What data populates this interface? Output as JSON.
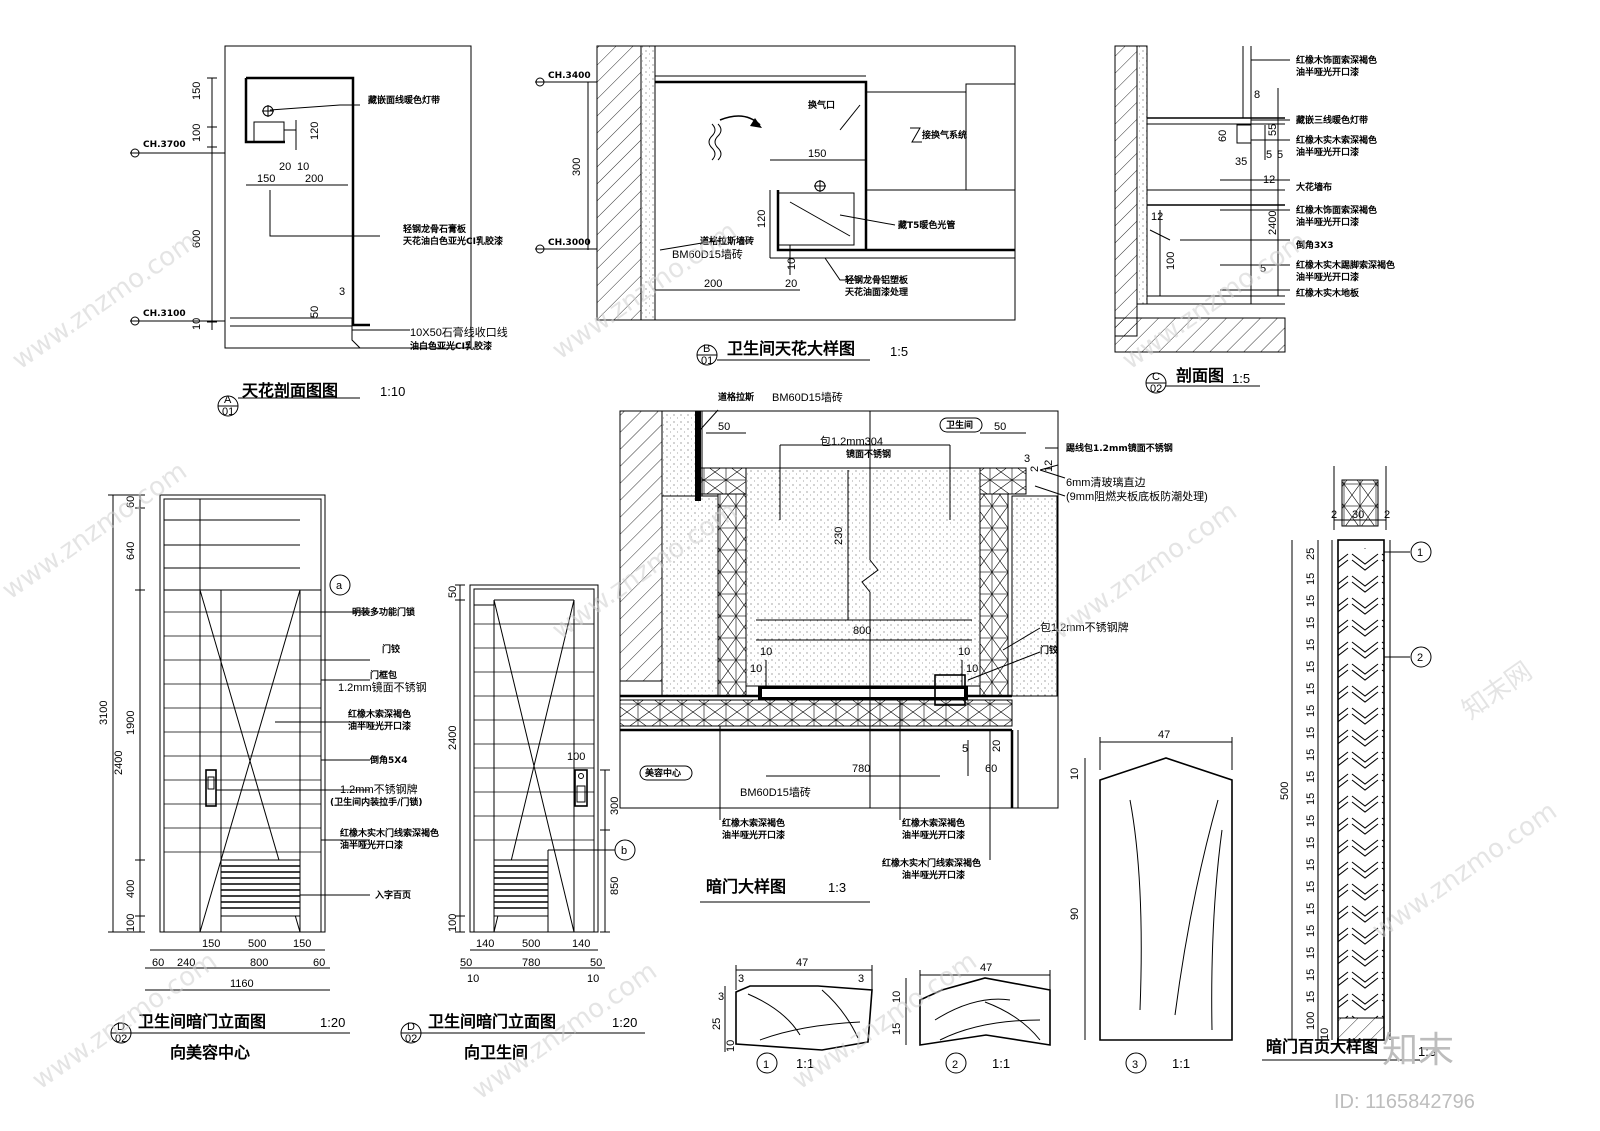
{
  "drawing_a": {
    "title": "天花剖面图图",
    "scale": "1:10",
    "tag_letter": "A",
    "tag_sheet": "01",
    "levels": [
      "CH.3700",
      "CH.3100"
    ],
    "dims": [
      "150",
      "100",
      "120",
      "20",
      "10",
      "150",
      "200",
      "600",
      "50",
      "3",
      "10"
    ],
    "notes": [
      "藏嵌面线暖色灯带",
      "轻钢龙骨石膏板",
      "天花油白色亚光CI乳胶漆",
      "10X50石膏线收口线",
      "油白色亚光CI乳胶漆"
    ]
  },
  "drawing_b": {
    "title": "卫生间天花大样图",
    "scale": "1:5",
    "tag_letter": "B",
    "tag_sheet": "01",
    "levels": [
      "CH.3400",
      "CH.3000"
    ],
    "dims": [
      "300",
      "150",
      "120",
      "10",
      "200",
      "20"
    ],
    "notes": [
      "换气口",
      "接换气系统",
      "藏T5暖色光管",
      "道格拉斯墙砖",
      "BM60D15墙砖",
      "轻钢龙骨铝塑板",
      "天花油面漆处理"
    ]
  },
  "drawing_c": {
    "title": "剖面图",
    "scale": "1:5",
    "tag_letter": "C",
    "tag_sheet": "02",
    "dims": [
      "8",
      "60",
      "55",
      "35",
      "5",
      "5",
      "12",
      "12",
      "2400",
      "100",
      "5"
    ],
    "notes": [
      "红橡木饰面索深褐色",
      "油半哑光开口漆",
      "藏嵌三线暖色灯带",
      "红橡木实木索深褐色",
      "油半哑光开口漆",
      "大花墙布",
      "红橡木饰面索深褐色",
      "油半哑光开口漆",
      "倒角3X3",
      "红橡木实木踢脚索深褐色",
      "油半哑光开口漆",
      "红橡木实木地板"
    ]
  },
  "drawing_d1": {
    "title": "卫生间暗门立面图",
    "subtitle": "向美容中心",
    "scale": "1:20",
    "tag_letter": "D",
    "tag_sheet": "02",
    "callout_a": "a",
    "dims_v": [
      "60",
      "640",
      "1900",
      "400",
      "100",
      "3100",
      "2400"
    ],
    "dims_h": [
      "150",
      "500",
      "150",
      "60",
      "240",
      "800",
      "60",
      "1160"
    ],
    "notes": [
      "明装多功能门锁",
      "门铰",
      "门框包",
      "1.2mm镜面不锈钢",
      "红橡木索深褐色",
      "油半哑光开口漆",
      "倒角5X4",
      "1.2mm不锈钢牌",
      "(卫生间内装拉手/门锁)",
      "红橡木实木门线索深褐色",
      "油半哑光开口漆",
      "入字百页"
    ]
  },
  "drawing_d2": {
    "title": "卫生间暗门立面图",
    "subtitle": "向卫生间",
    "scale": "1:20",
    "tag_letter": "D",
    "tag_sheet": "02",
    "callout_b": "b",
    "dims_v": [
      "50",
      "2400",
      "100",
      "300",
      "850"
    ],
    "dims_h": [
      "140",
      "500",
      "140",
      "50",
      "780",
      "50",
      "10",
      "10"
    ]
  },
  "drawing_e": {
    "title": "暗门大样图",
    "scale": "1:3",
    "room_top": "卫生间",
    "room_bottom": "美容中心",
    "dims": [
      "50",
      "50",
      "230",
      "800",
      "10",
      "10",
      "10",
      "10",
      "780",
      "60",
      "5",
      "20",
      "2",
      "12",
      "3"
    ],
    "notes": [
      "道格拉斯",
      "BM60D15墙砖",
      "包1.2mm304",
      "镜面不锈钢",
      "踢线包1.2mm镜面不锈钢",
      "6mm清玻璃直边",
      "(9mm阻燃夹板底板防潮处理)",
      "包1.2mm不锈钢牌",
      "门铰",
      "红橡木索深褐色",
      "油半哑光开口漆",
      "红橡木索深褐色",
      "油半哑光开口漆",
      "红橡木实木门线索深褐色",
      "油半哑光开口漆"
    ]
  },
  "detail_1": {
    "num": "1",
    "scale": "1:1",
    "dims": [
      "47",
      "3",
      "3",
      "3",
      "25",
      "10"
    ]
  },
  "detail_2": {
    "num": "2",
    "scale": "1:1",
    "dims": [
      "47",
      "10",
      "15"
    ]
  },
  "detail_3": {
    "num": "3",
    "scale": "1:1",
    "dims": [
      "47",
      "10",
      "90"
    ]
  },
  "drawing_f": {
    "title": "暗门百页大样图",
    "scale": "1:3",
    "dims": [
      "2",
      "30",
      "2",
      "25",
      "15",
      "15",
      "15",
      "15",
      "15",
      "15",
      "15",
      "15",
      "15",
      "15",
      "15",
      "15",
      "15",
      "15",
      "15",
      "15",
      "15",
      "15",
      "15",
      "15",
      "100",
      "10",
      "500"
    ],
    "callouts": [
      "1",
      "2"
    ]
  },
  "watermark": {
    "url": "www.znzmo.com",
    "brand_short": "知末网",
    "brand": "知末",
    "id": "ID: 1165842796"
  }
}
